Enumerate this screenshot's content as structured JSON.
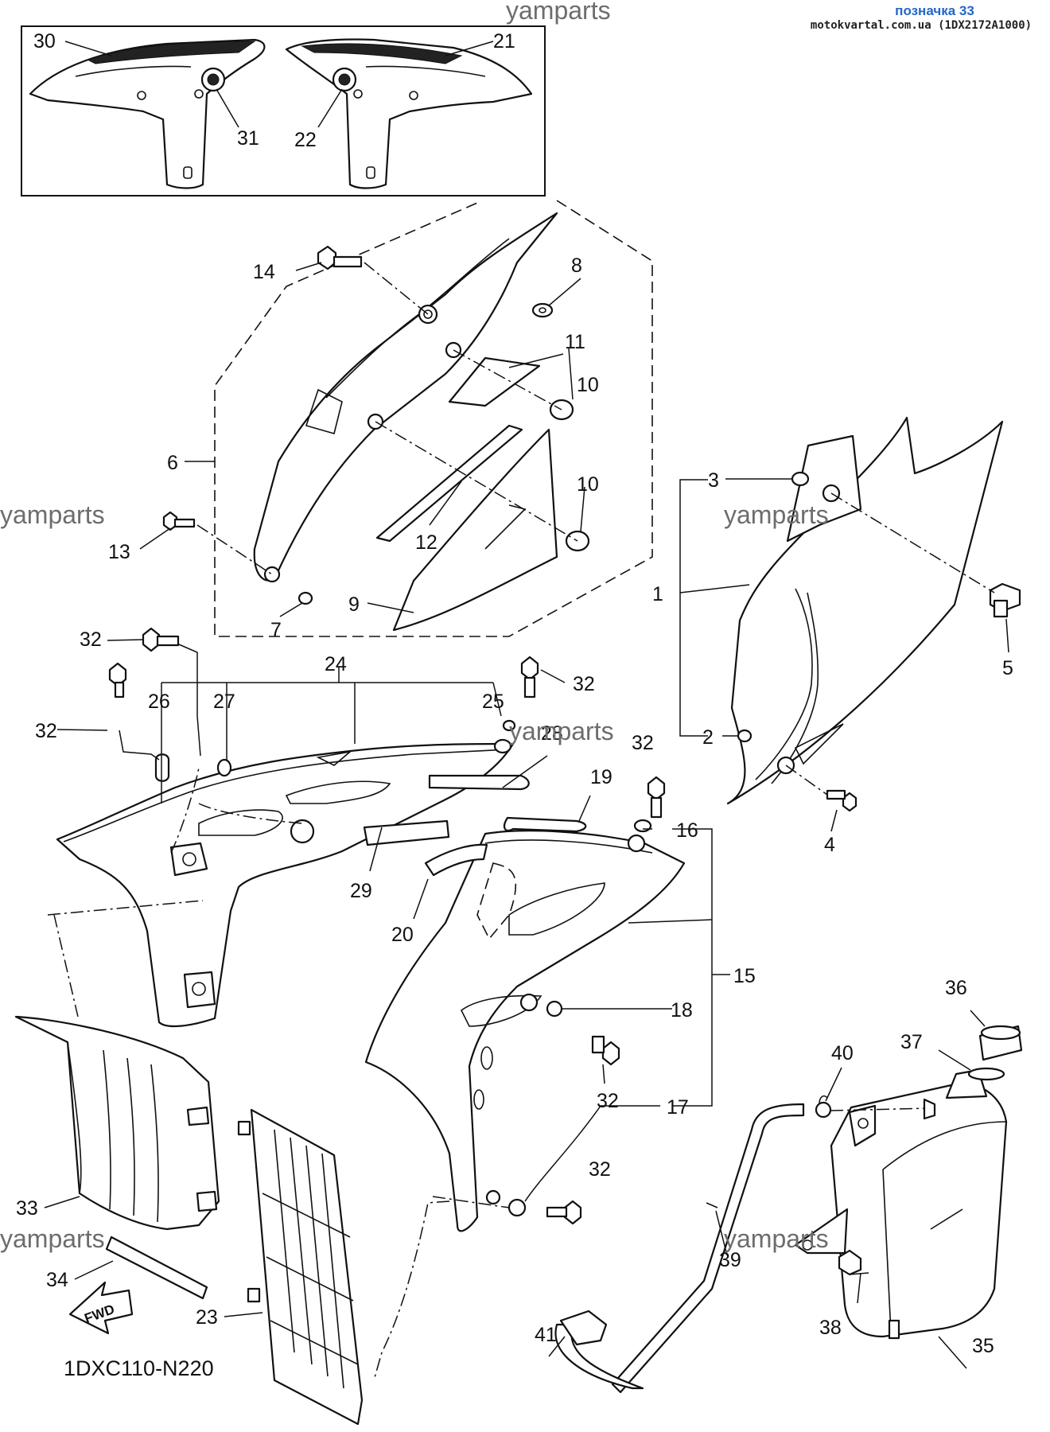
{
  "header": {
    "label": "позначка 33",
    "source": "motokvartal.com.ua (1DX2172A1000)"
  },
  "watermark": "yamparts",
  "diagram_code": "1DXC110-N220",
  "fwd_label": "FWD",
  "callouts": {
    "c1": "1",
    "c2": "2",
    "c3": "3",
    "c4": "4",
    "c5": "5",
    "c6": "6",
    "c7": "7",
    "c8": "8",
    "c9": "9",
    "c10a": "10",
    "c10b": "10",
    "c11": "11",
    "c12": "12",
    "c13": "13",
    "c14": "14",
    "c15": "15",
    "c16": "16",
    "c17": "17",
    "c18": "18",
    "c19": "19",
    "c20": "20",
    "c21": "21",
    "c22": "22",
    "c23": "23",
    "c24": "24",
    "c25": "25",
    "c26": "26",
    "c27": "27",
    "c28": "28",
    "c29": "29",
    "c30": "30",
    "c31": "31",
    "c32a": "32",
    "c32b": "32",
    "c32c": "32",
    "c32d": "32",
    "c32e": "32",
    "c32f": "32",
    "c33": "33",
    "c34": "34",
    "c35": "35",
    "c36": "36",
    "c37": "37",
    "c38": "38",
    "c39": "39",
    "c40": "40",
    "c41": "41"
  },
  "colors": {
    "header_label": "#2466c8",
    "watermark": "#6d6d6d",
    "line": "#111111"
  }
}
